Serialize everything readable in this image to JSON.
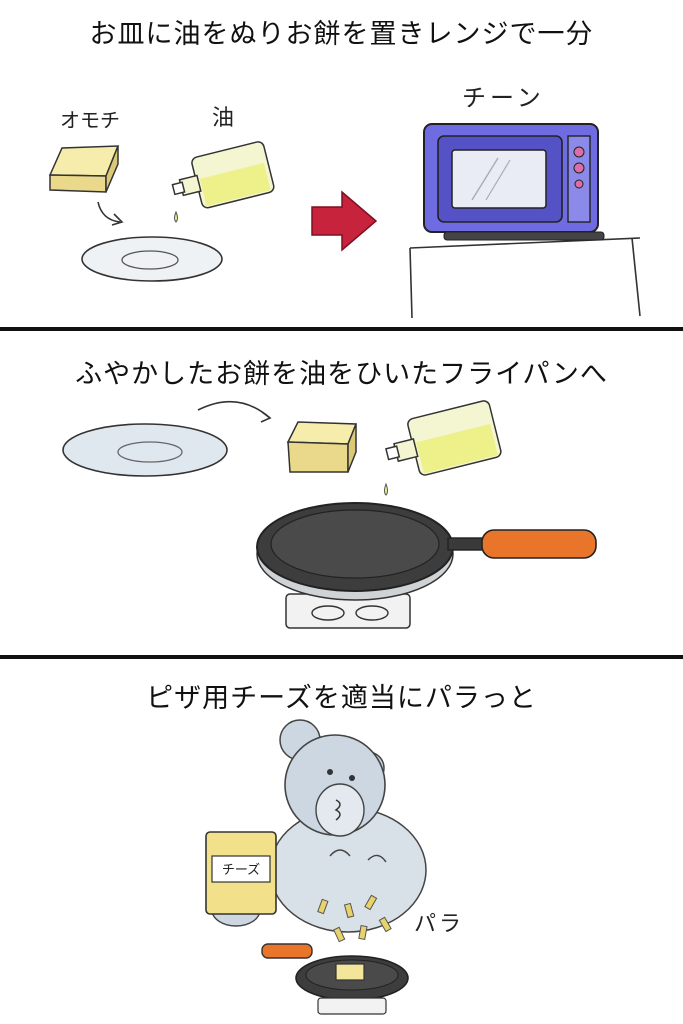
{
  "panels": [
    {
      "caption": "お皿に油をぬりお餅を置きレンジで一分",
      "labels": {
        "mochi": "オモチ",
        "oil": "油",
        "sound": "チーン"
      }
    },
    {
      "caption": "ふやかしたお餅を油をひいたフライパンへ"
    },
    {
      "caption": "ピザ用チーズを適当にパラっと",
      "labels": {
        "cheese_bag": "チーズ",
        "sound": "パラ"
      }
    }
  ],
  "colors": {
    "mochi": "#f3e59a",
    "oil": "#eef08a",
    "arrow": "#c8233c",
    "microwave": "#6e6ce0",
    "pan": "#3d3d3d",
    "handle": "#e9752a",
    "bear": "#cdd7e2"
  }
}
